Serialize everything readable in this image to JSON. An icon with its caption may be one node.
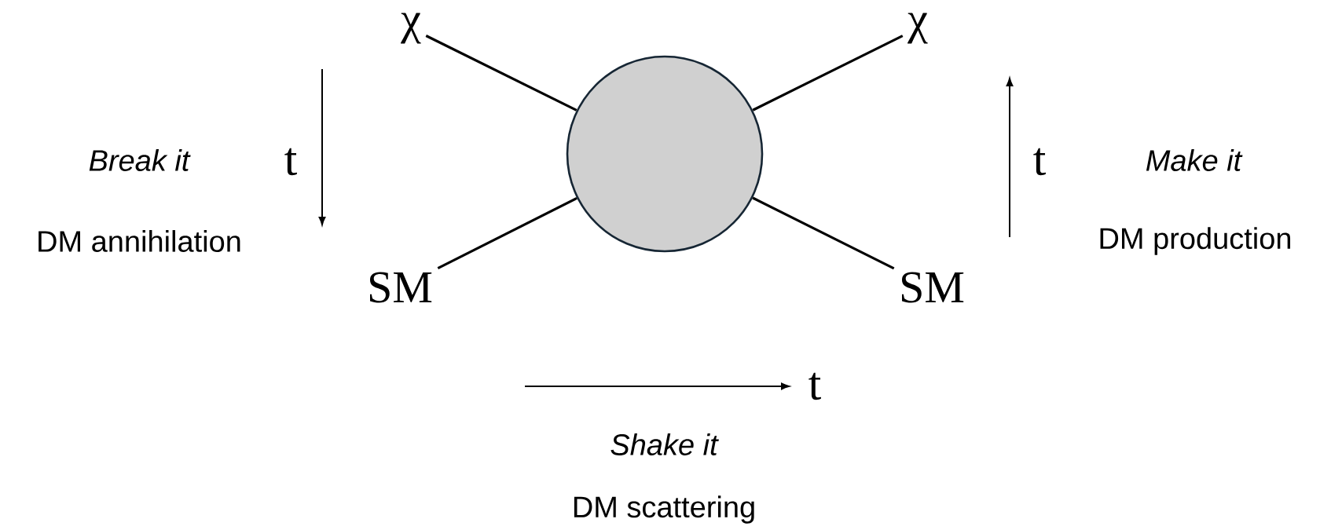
{
  "diagram": {
    "nodes": [
      {
        "text": [],
        "shape": "circle"
      },
      {
        "text": [
          "χ"
        ]
      },
      {
        "text": [
          "SM"
        ]
      },
      {
        "text": [
          "χ"
        ]
      },
      {
        "text": [
          "SM"
        ]
      }
    ],
    "edges": [
      {
        "from": 1,
        "to": 0,
        "arrow": "none"
      },
      {
        "from": 2,
        "to": 0,
        "arrow": "none"
      },
      {
        "from": 3,
        "to": 0,
        "arrow": "none"
      },
      {
        "from": 4,
        "to": 0,
        "arrow": "none"
      }
    ],
    "labels": [
      "Break it",
      "t",
      "t",
      "Make it",
      "DM annihilation",
      "DM production",
      "t",
      "Shake it",
      "DM scattering"
    ]
  }
}
